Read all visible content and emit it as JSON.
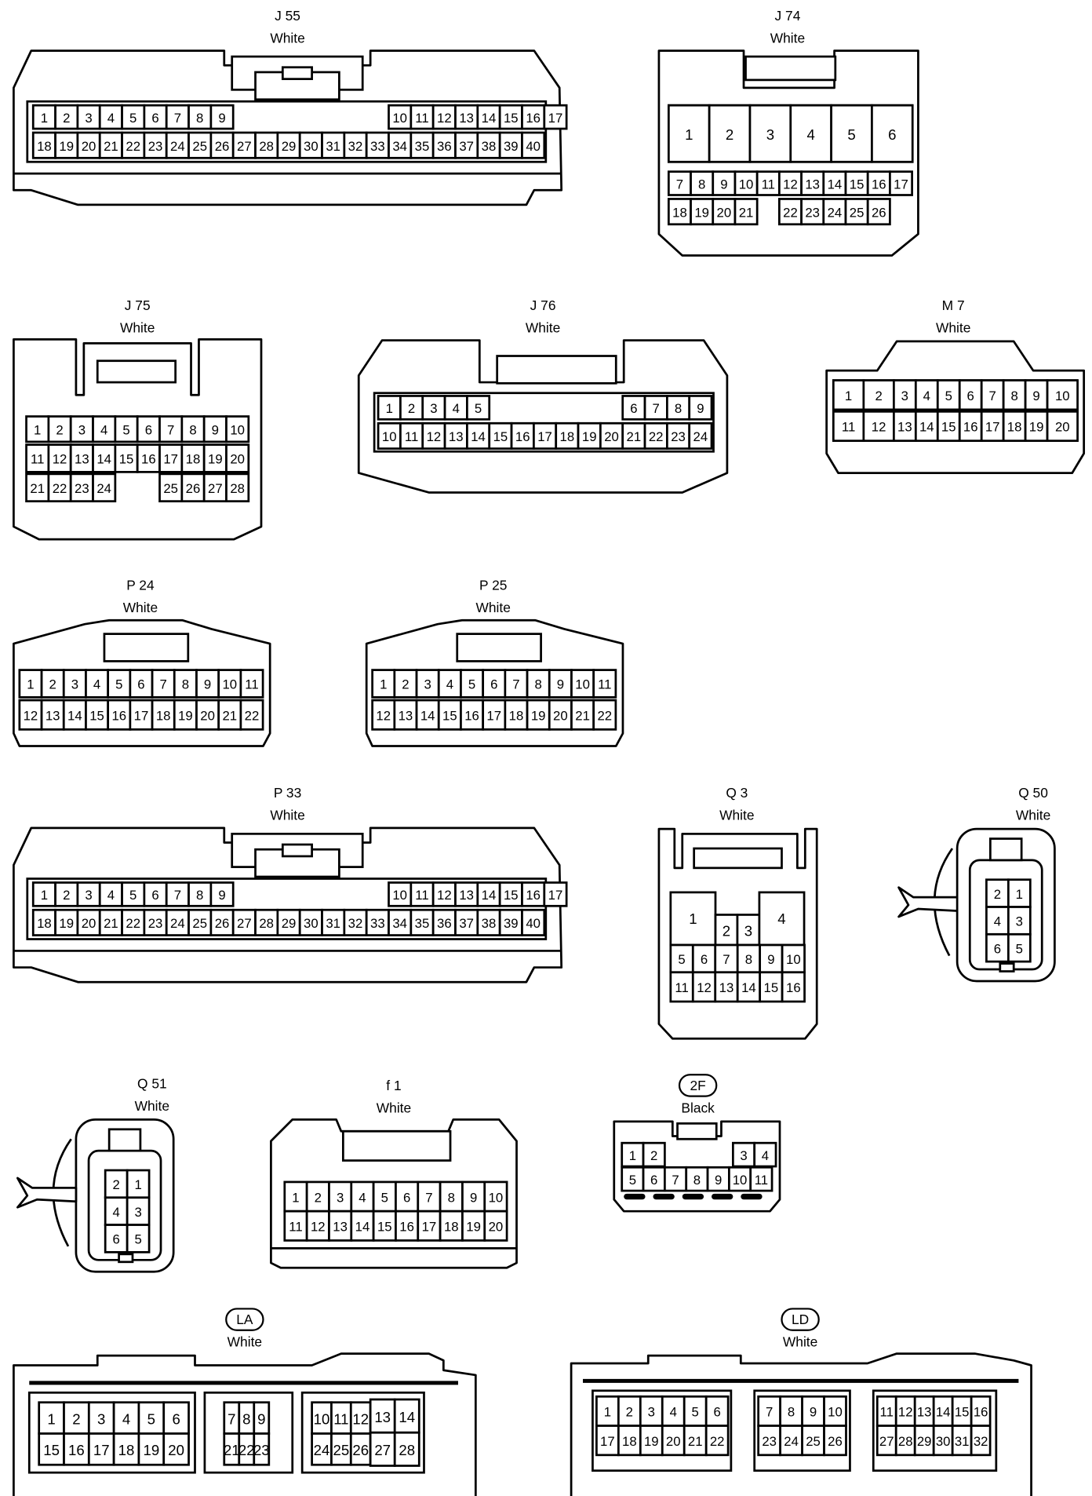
{
  "connectors": [
    {
      "id": "J 55",
      "color": "White",
      "pins": [
        [
          "1",
          "2",
          "3",
          "4",
          "5",
          "6",
          "7",
          "8",
          "9",
          "",
          "",
          "",
          "",
          "",
          "",
          "",
          "10",
          "11",
          "12",
          "13",
          "14",
          "15",
          "16",
          "17"
        ],
        [
          "18",
          "19",
          "20",
          "21",
          "22",
          "23",
          "24",
          "25",
          "26",
          "27",
          "28",
          "29",
          "30",
          "31",
          "32",
          "33",
          "34",
          "35",
          "36",
          "37",
          "38",
          "39",
          "40"
        ]
      ]
    },
    {
      "id": "J 74",
      "color": "White",
      "pins": [
        [
          "1",
          "2",
          "3",
          "4",
          "5",
          "6"
        ],
        [
          "7",
          "8",
          "9",
          "10",
          "11",
          "12",
          "13",
          "14",
          "15",
          "16",
          "17"
        ],
        [
          "18",
          "19",
          "20",
          "21",
          "",
          "22",
          "23",
          "24",
          "25",
          "26"
        ]
      ]
    },
    {
      "id": "J 75",
      "color": "White",
      "pins": [
        [
          "1",
          "2",
          "3",
          "4",
          "5",
          "6",
          "7",
          "8",
          "9",
          "10"
        ],
        [
          "11",
          "12",
          "13",
          "14",
          "15",
          "16",
          "17",
          "18",
          "19",
          "20"
        ],
        [
          "21",
          "22",
          "23",
          "24",
          "",
          "",
          "25",
          "26",
          "27",
          "28"
        ]
      ]
    },
    {
      "id": "J 76",
      "color": "White",
      "pins": [
        [
          "1",
          "2",
          "3",
          "4",
          "5",
          "",
          "",
          "",
          "",
          "",
          "",
          "6",
          "7",
          "8",
          "9"
        ],
        [
          "10",
          "11",
          "12",
          "13",
          "14",
          "15",
          "16",
          "17",
          "18",
          "19",
          "20",
          "21",
          "22",
          "23",
          "24"
        ]
      ]
    },
    {
      "id": "M 7",
      "color": "White",
      "pins": [
        [
          "1",
          "2",
          "3",
          "4",
          "5",
          "6",
          "7",
          "8",
          "9",
          "10"
        ],
        [
          "11",
          "12",
          "13",
          "14",
          "15",
          "16",
          "17",
          "18",
          "19",
          "20"
        ]
      ]
    },
    {
      "id": "P 24",
      "color": "White",
      "pins": [
        [
          "1",
          "2",
          "3",
          "4",
          "5",
          "6",
          "7",
          "8",
          "9",
          "10",
          "11"
        ],
        [
          "12",
          "13",
          "14",
          "15",
          "16",
          "17",
          "18",
          "19",
          "20",
          "21",
          "22"
        ]
      ]
    },
    {
      "id": "P 25",
      "color": "White",
      "pins": [
        [
          "1",
          "2",
          "3",
          "4",
          "5",
          "6",
          "7",
          "8",
          "9",
          "10",
          "11"
        ],
        [
          "12",
          "13",
          "14",
          "15",
          "16",
          "17",
          "18",
          "19",
          "20",
          "21",
          "22"
        ]
      ]
    },
    {
      "id": "P 33",
      "color": "White",
      "pins": [
        [
          "1",
          "2",
          "3",
          "4",
          "5",
          "6",
          "7",
          "8",
          "9",
          "",
          "",
          "",
          "",
          "",
          "",
          "",
          "10",
          "11",
          "12",
          "13",
          "14",
          "15",
          "16",
          "17"
        ],
        [
          "18",
          "19",
          "20",
          "21",
          "22",
          "23",
          "24",
          "25",
          "26",
          "27",
          "28",
          "29",
          "30",
          "31",
          "32",
          "33",
          "34",
          "35",
          "36",
          "37",
          "38",
          "39",
          "40"
        ]
      ]
    },
    {
      "id": "Q 3",
      "color": "White",
      "pins": [
        [
          "1",
          "2",
          "3",
          "4"
        ],
        [
          "5",
          "6",
          "7",
          "8",
          "9",
          "10"
        ],
        [
          "11",
          "12",
          "13",
          "14",
          "15",
          "16"
        ]
      ]
    },
    {
      "id": "Q 50",
      "color": "White",
      "pins": [
        [
          "2",
          "1"
        ],
        [
          "4",
          "3"
        ],
        [
          "6",
          "5"
        ]
      ]
    },
    {
      "id": "Q 51",
      "color": "White",
      "pins": [
        [
          "2",
          "1"
        ],
        [
          "4",
          "3"
        ],
        [
          "6",
          "5"
        ]
      ]
    },
    {
      "id": "f 1",
      "color": "White",
      "pins": [
        [
          "1",
          "2",
          "3",
          "4",
          "5",
          "6",
          "7",
          "8",
          "9",
          "10"
        ],
        [
          "11",
          "12",
          "13",
          "14",
          "15",
          "16",
          "17",
          "18",
          "19",
          "20"
        ]
      ]
    },
    {
      "id": "2F",
      "color": "Black",
      "pins": [
        [
          "1",
          "2",
          "3",
          "4"
        ],
        [
          "5",
          "6",
          "7",
          "8",
          "9",
          "10",
          "11"
        ]
      ]
    },
    {
      "id": "LA",
      "color": "White",
      "pins": [
        [
          "1",
          "2",
          "3",
          "4",
          "5",
          "6",
          "7",
          "8",
          "9",
          "10",
          "11",
          "12",
          "13",
          "14"
        ],
        [
          "15",
          "16",
          "17",
          "18",
          "19",
          "20",
          "21",
          "22",
          "23",
          "24",
          "25",
          "26",
          "27",
          "28"
        ]
      ]
    },
    {
      "id": "LD",
      "color": "White",
      "pins": [
        [
          "1",
          "2",
          "3",
          "4",
          "5",
          "6",
          "7",
          "8",
          "9",
          "10",
          "11",
          "12",
          "13",
          "14",
          "15",
          "16"
        ],
        [
          "17",
          "18",
          "19",
          "20",
          "21",
          "22",
          "23",
          "24",
          "25",
          "26",
          "27",
          "28",
          "29",
          "30",
          "31",
          "32"
        ]
      ]
    }
  ]
}
